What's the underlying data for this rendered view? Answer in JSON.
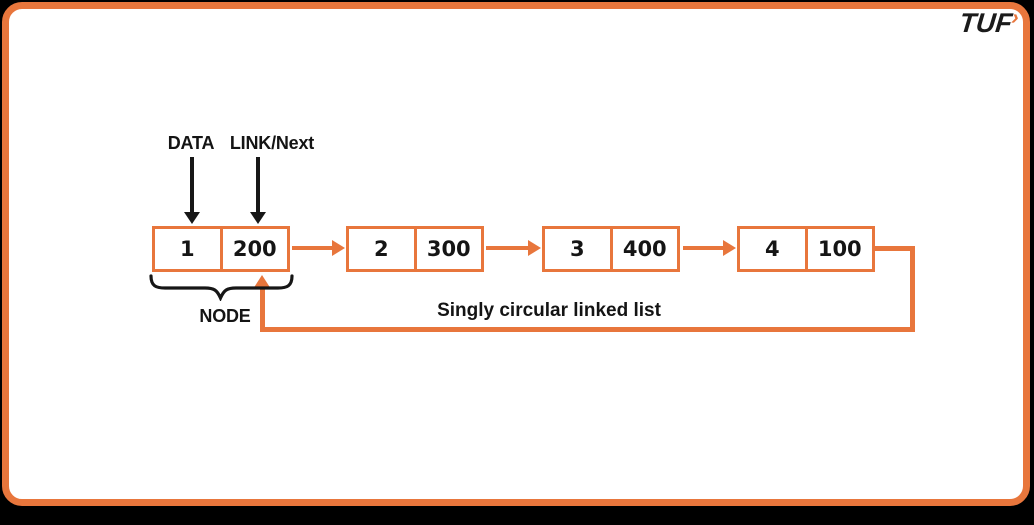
{
  "page": {
    "background": "#000000"
  },
  "card": {
    "background": "#ffffff",
    "border_color": "#E8763C"
  },
  "logo": {
    "text": "TUF",
    "chevron": "›"
  },
  "annotations": {
    "data_label": "DATA",
    "link_label": "LINK/Next",
    "node_label": "NODE",
    "caption": "Singly circular linked list"
  },
  "list": {
    "nodes": [
      {
        "data": "1",
        "link": "200"
      },
      {
        "data": "2",
        "link": "300"
      },
      {
        "data": "3",
        "link": "400"
      },
      {
        "data": "4",
        "link": "100"
      }
    ]
  },
  "colors": {
    "accent": "#E8763C",
    "ink": "#1a1a1a"
  }
}
